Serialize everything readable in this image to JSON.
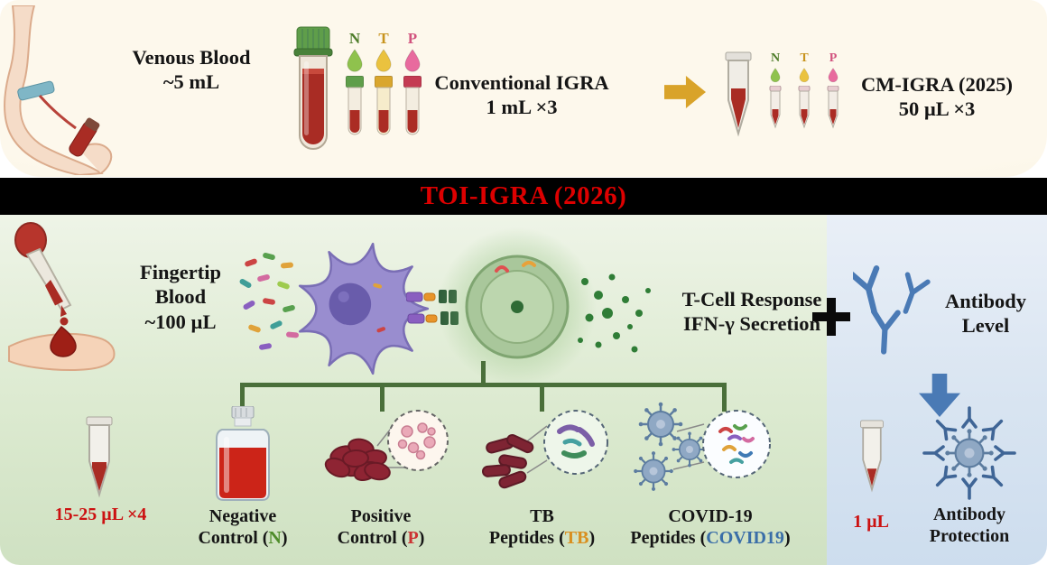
{
  "banner": {
    "title": "TOI-IGRA (2026)",
    "bg_color": "#000000",
    "text_color": "#dd0000"
  },
  "palette": {
    "arrow_gold": "#d9a32a",
    "arrow_blue": "#4a7ab5",
    "bracket_green": "#4a6f3a",
    "volume_red": "#cc1111",
    "antibody_blue": "#4a7ab5"
  },
  "top": {
    "venous": {
      "line1": "Venous Blood",
      "line2": "~5 mL"
    },
    "tubes": [
      {
        "label": "N",
        "label_color": "#4e7d2a",
        "drop_color": "#8fc24d",
        "cap_color": "#5f9e4a"
      },
      {
        "label": "T",
        "label_color": "#c8941e",
        "drop_color": "#eac23f",
        "cap_color": "#d9a62e"
      },
      {
        "label": "P",
        "label_color": "#d1537e",
        "drop_color": "#e86a9e",
        "cap_color": "#c43b52"
      }
    ],
    "conventional": {
      "line1": "Conventional IGRA",
      "line2": "1 mL ×3"
    },
    "cm": {
      "line1": "CM-IGRA (2025)",
      "line2": "50 µL ×3"
    }
  },
  "main": {
    "fingertip": {
      "line1": "Fingertip",
      "line2": "Blood",
      "line3": "~100 µL"
    },
    "tcell_response": {
      "line1": "T-Cell Response",
      "line2": "IFN-γ Secretion"
    },
    "plus_symbol": "+",
    "antibody_level": {
      "line1": "Antibody",
      "line2": "Level"
    },
    "volume_left": "15-25 µL ×4",
    "items": [
      {
        "line1": "Negative",
        "line2_prefix": "Control (",
        "accent": "N",
        "line2_suffix": ")",
        "accent_color": "#4e8c2a"
      },
      {
        "line1": "Positive",
        "line2_prefix": "Control (",
        "accent": "P",
        "line2_suffix": ")",
        "accent_color": "#cc3333"
      },
      {
        "line1": "TB",
        "line2_prefix": "Peptides (",
        "accent": "TB",
        "line2_suffix": ")",
        "accent_color": "#d98f1f"
      },
      {
        "line1": "COVID-19",
        "line2_prefix": "Peptides (",
        "accent": "COVID19",
        "line2_suffix": ")",
        "accent_color": "#3a6ea8"
      }
    ],
    "volume_right": "1 µL",
    "antibody_protection": {
      "line1": "Antibody",
      "line2": "Protection"
    }
  }
}
